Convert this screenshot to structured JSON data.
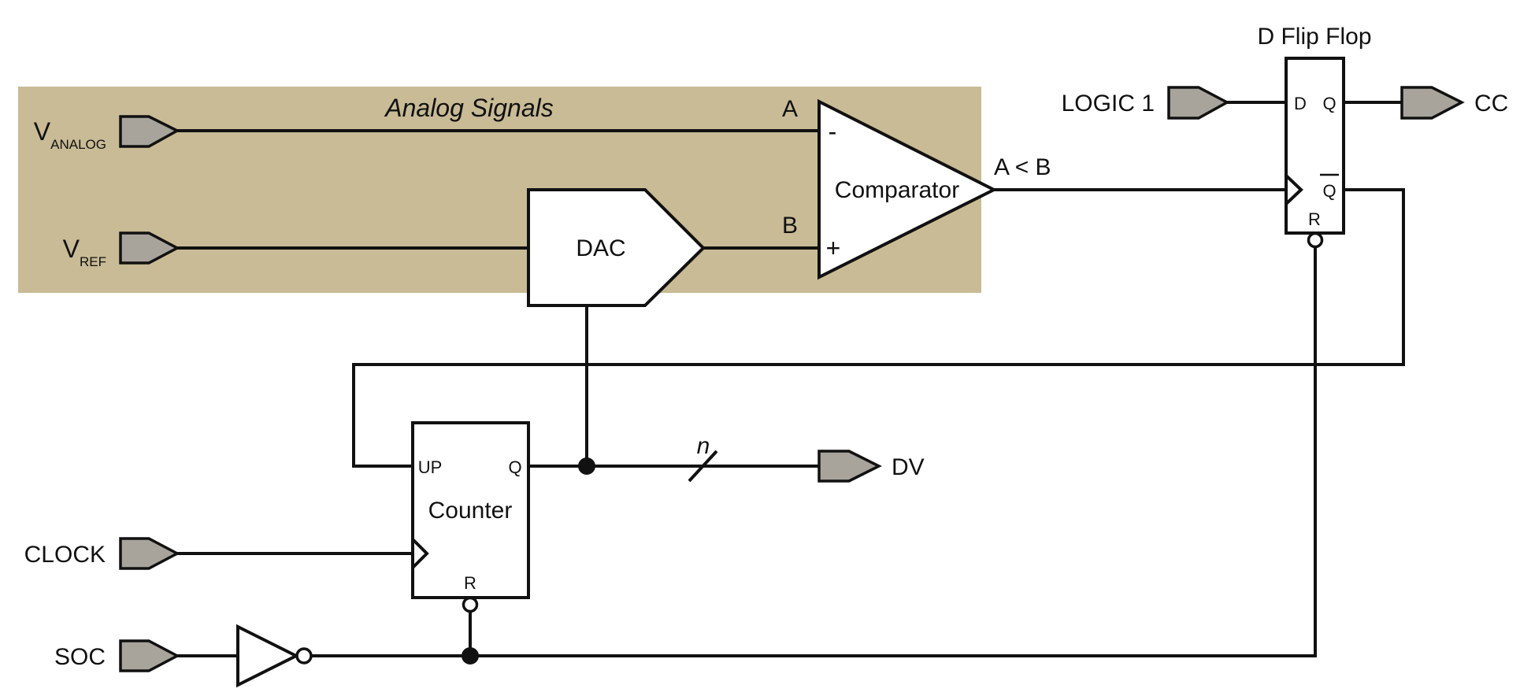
{
  "colors": {
    "analog_region": "#c8bb95",
    "analog_title": "#b23a3a",
    "port_fill": "#a8a49c",
    "line": "#111111",
    "background": "#ffffff"
  },
  "regions": {
    "analog_title": "Analog Signals"
  },
  "ports": {
    "vanalog_main": "V",
    "vanalog_sub": "ANALOG",
    "vref_main": "V",
    "vref_sub": "REF",
    "clock": "CLOCK",
    "soc": "SOC",
    "logic1": "LOGIC 1",
    "cc": "CC",
    "dv": "DV"
  },
  "blocks": {
    "comparator": {
      "label": "Comparator",
      "minus": "-",
      "plus": "+",
      "input_a": "A",
      "input_b": "B",
      "output": "A < B"
    },
    "dac": {
      "label": "DAC"
    },
    "counter": {
      "label": "Counter",
      "up": "UP",
      "q": "Q",
      "r": "R"
    },
    "flipflop": {
      "title": "D Flip Flop",
      "d": "D",
      "q": "Q",
      "qbar": "Q",
      "r": "R"
    }
  },
  "bus": {
    "width_label": "n"
  }
}
